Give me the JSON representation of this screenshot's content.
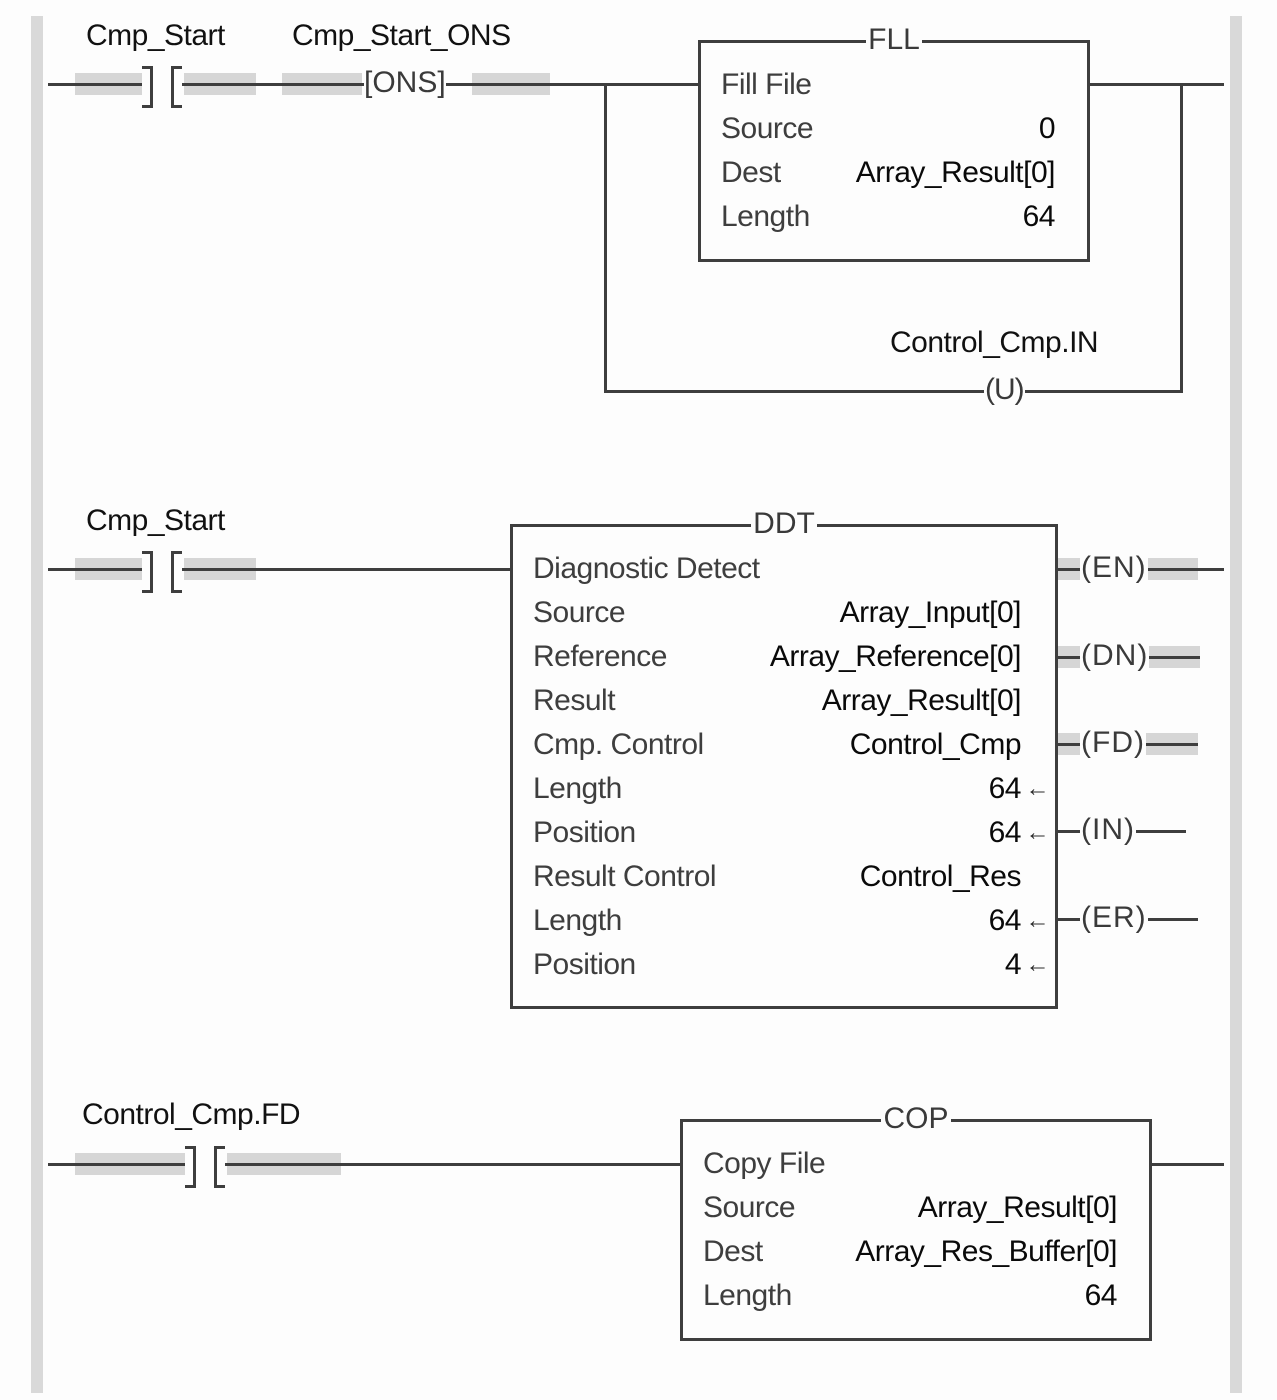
{
  "rungs": [
    {
      "contacts": [
        {
          "tag": "Cmp_Start",
          "type": "XIC"
        },
        {
          "tag": "Cmp_Start_ONS",
          "type": "ONS",
          "symbol": "[ONS]"
        }
      ],
      "instruction": {
        "mnemonic": "FLL",
        "description": "Fill File",
        "params": [
          {
            "label": "Source",
            "value": "0"
          },
          {
            "label": "Dest",
            "value": "Array_Result[0]"
          },
          {
            "label": "Length",
            "value": "64"
          }
        ]
      },
      "branch_output": {
        "tag": "Control_Cmp.IN",
        "symbol": "(U)"
      }
    },
    {
      "contacts": [
        {
          "tag": "Cmp_Start",
          "type": "XIC"
        }
      ],
      "instruction": {
        "mnemonic": "DDT",
        "description": "Diagnostic Detect",
        "params": [
          {
            "label": "Source",
            "value": "Array_Input[0]"
          },
          {
            "label": "Reference",
            "value": "Array_Reference[0]"
          },
          {
            "label": "Result",
            "value": "Array_Result[0]"
          },
          {
            "label": "Cmp. Control",
            "value": "Control_Cmp"
          },
          {
            "label": "Length",
            "value": "64",
            "arrow": "←"
          },
          {
            "label": "Position",
            "value": "64",
            "arrow": "←"
          },
          {
            "label": "Result Control",
            "value": "Control_Res"
          },
          {
            "label": "Length",
            "value": "64",
            "arrow": "←"
          },
          {
            "label": "Position",
            "value": "4",
            "arrow": "←"
          }
        ],
        "outputs": [
          "(EN)",
          "(DN)",
          "(FD)",
          "(IN)",
          "(ER)"
        ]
      }
    },
    {
      "contacts": [
        {
          "tag": "Control_Cmp.FD",
          "type": "XIC"
        }
      ],
      "instruction": {
        "mnemonic": "COP",
        "description": "Copy File",
        "params": [
          {
            "label": "Source",
            "value": "Array_Result[0]"
          },
          {
            "label": "Dest",
            "value": "Array_Res_Buffer[0]"
          },
          {
            "label": "Length",
            "value": "64"
          }
        ]
      }
    }
  ]
}
